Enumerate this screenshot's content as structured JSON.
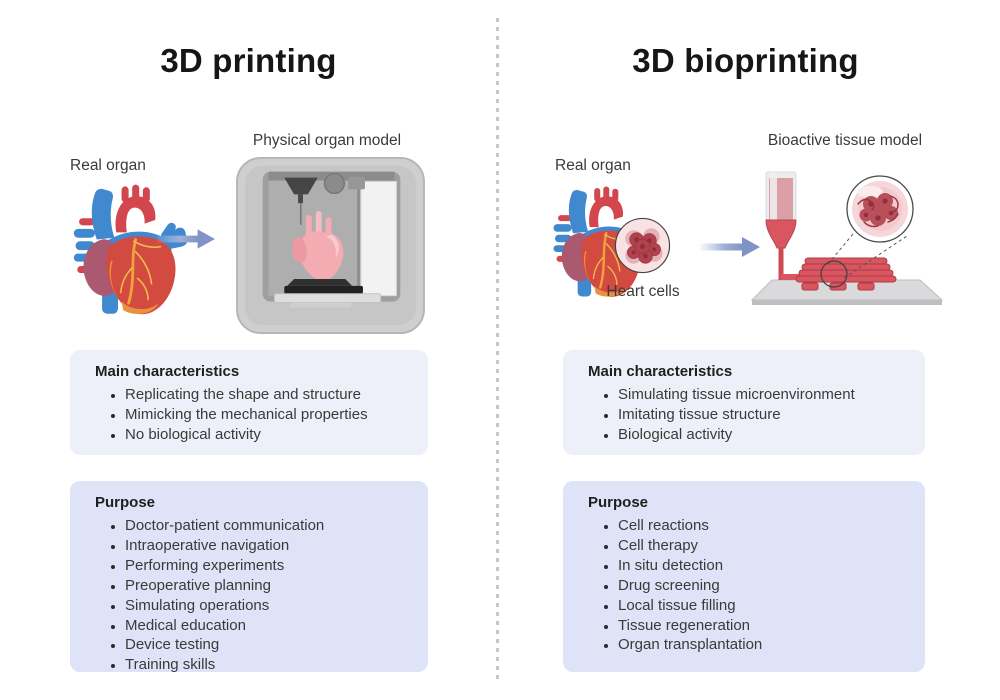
{
  "diagram": {
    "left": {
      "title": "3D printing",
      "source_label": "Real organ",
      "result_label": "Physical organ model",
      "characteristics": {
        "heading": "Main characteristics",
        "items": [
          "Replicating the shape and structure",
          "Mimicking the mechanical properties",
          "No biological activity"
        ]
      },
      "purpose": {
        "heading": "Purpose",
        "items": [
          "Doctor-patient communication",
          "Intraoperative navigation",
          "Performing experiments",
          "Preoperative planning",
          "Simulating operations",
          "Medical education",
          "Device testing",
          "Training skills"
        ]
      }
    },
    "right": {
      "title": "3D bioprinting",
      "source_label": "Real organ",
      "cells_label": "Heart cells",
      "result_label": "Bioactive tissue model",
      "characteristics": {
        "heading": "Main characteristics",
        "items": [
          "Simulating tissue microenvironment",
          "Imitating tissue structure",
          "Biological activity"
        ]
      },
      "purpose": {
        "heading": "Purpose",
        "items": [
          "Cell reactions",
          "Cell therapy",
          "In situ detection",
          "Drug screening",
          "Local tissue filling",
          "Tissue regeneration",
          "Organ transplantation"
        ]
      }
    },
    "colors": {
      "characteristics_box": "#edf0f8",
      "purpose_box": "#dee3f7",
      "arrow": "#8093c6",
      "divider_dash": "#c8c8c8",
      "heart_body_red": "#d24a40",
      "heart_vessel_blue": "#4189cf",
      "heart_atrium_mauve": "#aa5971",
      "coronary_orange": "#e8923f",
      "bioink_red": "#d95560",
      "printed_model_pink": "#f3acb2",
      "printer_shell_gray": "#cfcfcf",
      "cells_circle_pink": "#f9e2e4",
      "cell_red": "#b2434e"
    },
    "icons": {
      "real-heart-icon": "svg anatomical heart",
      "printer-3d-icon": "svg 3D printer enclosure with pink heart model",
      "arrow-right-icon": "svg gradient arrow",
      "heart-cells-icon": "svg circle with cell cluster",
      "bioprinter-icon": "svg extruder nozzle printing tissue strips",
      "magnified-cells-icon": "svg magnifier circle with cells",
      "dashed-divider": "vertical dashed line"
    }
  }
}
